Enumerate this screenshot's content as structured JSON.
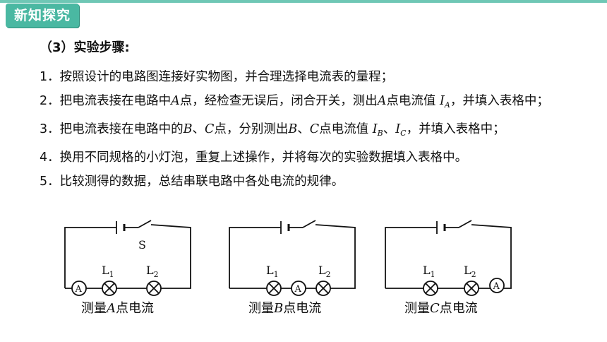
{
  "section_badge": "新知探究",
  "title": "（3）实验步骤:",
  "steps": {
    "s1": "1．按照设计的电路图连接好实物图，并合理选择电流表的量程；",
    "s2_a": "2．把电流表接在电路中",
    "s2_point": "A",
    "s2_b": "点，经检查无误后，闭合开关，测出",
    "s2_point2": "A",
    "s2_c": "点电流值 ",
    "s2_I": "I",
    "s2_sub": "A",
    "s2_d": "，并填入表格中；",
    "s3_a": "3．把电流表接在电路中的",
    "s3_B": "B",
    "s3_sep": "、",
    "s3_C": "C",
    "s3_b": "点，分别测出",
    "s3_B2": "B",
    "s3_sep2": "、",
    "s3_C2": "C",
    "s3_c": "点电流值 ",
    "s3_I1": "I",
    "s3_sub1": "B",
    "s3_sep3": "、",
    "s3_I2": "I",
    "s3_sub2": "C",
    "s3_d": "，并填入表格中；",
    "s4": "4．换用不同规格的小灯泡，重复上述操作，并将每次的实验数据填入表格中。",
    "s5": "5．比较测得的数据，总结串联电路中各处电流的规律。"
  },
  "circuits": {
    "switch_label": "S",
    "lamp1_main": "L",
    "lamp1_sub": "1",
    "lamp2_main": "L",
    "lamp2_sub": "2",
    "ammeter": "A",
    "caption_a_pre": "测量",
    "caption_a_pt": "A",
    "caption_a_post": "点电流",
    "caption_b_pre": "测量",
    "caption_b_pt": "B",
    "caption_b_post": "点电流",
    "caption_c_pre": "测量",
    "caption_c_pt": "C",
    "caption_c_post": "点电流"
  },
  "colors": {
    "badge": "#4ab8a2",
    "rule": "#6fc7b5"
  }
}
